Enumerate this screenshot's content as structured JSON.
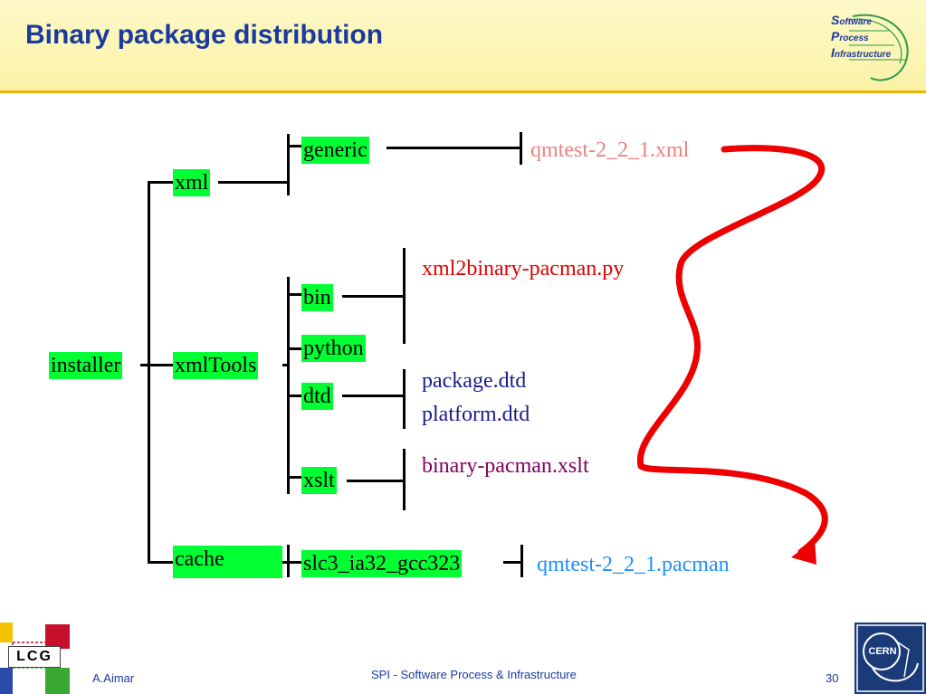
{
  "slide": {
    "title": "Binary package distribution",
    "spi_logo": {
      "line1_initial": "S",
      "line1_rest": "oftware",
      "line2_initial": "P",
      "line2_rest": "rocess",
      "line3_initial": "I",
      "line3_rest": "nfrastructure"
    },
    "tree": {
      "installer": "installer",
      "xml": "xml",
      "generic": "generic",
      "xmlTools": "xmlTools",
      "bin": "bin",
      "python": "python",
      "dtd": "dtd",
      "xslt": "xslt",
      "cache": "cache",
      "platform_dir": "slc3_ia32_gcc323"
    },
    "files": {
      "qmtest_xml": "qmtest-2_2_1.xml",
      "xml2binary": "xml2binary-pacman.py",
      "package_dtd": "package.dtd",
      "platform_dtd": "platform.dtd",
      "binary_xslt": "binary-pacman.xslt",
      "qmtest_pacman": "qmtest-2_2_1.pacman"
    },
    "colors": {
      "node_bg": "#00ff33",
      "title": "#1a3a9c",
      "qmtest_xml": "#f08080",
      "xml2binary": "#e00000",
      "dtd_files": "#1a1a8c",
      "xslt_file": "#800060",
      "pacman_file": "#1e90ff",
      "arrow": "#ee0000"
    },
    "footer": {
      "author": "A.Aimar",
      "center": "SPI - Software Process & Infrastructure",
      "page": "30",
      "lcg_logo_text": "LCG",
      "cern_logo_text": "CERN"
    }
  }
}
